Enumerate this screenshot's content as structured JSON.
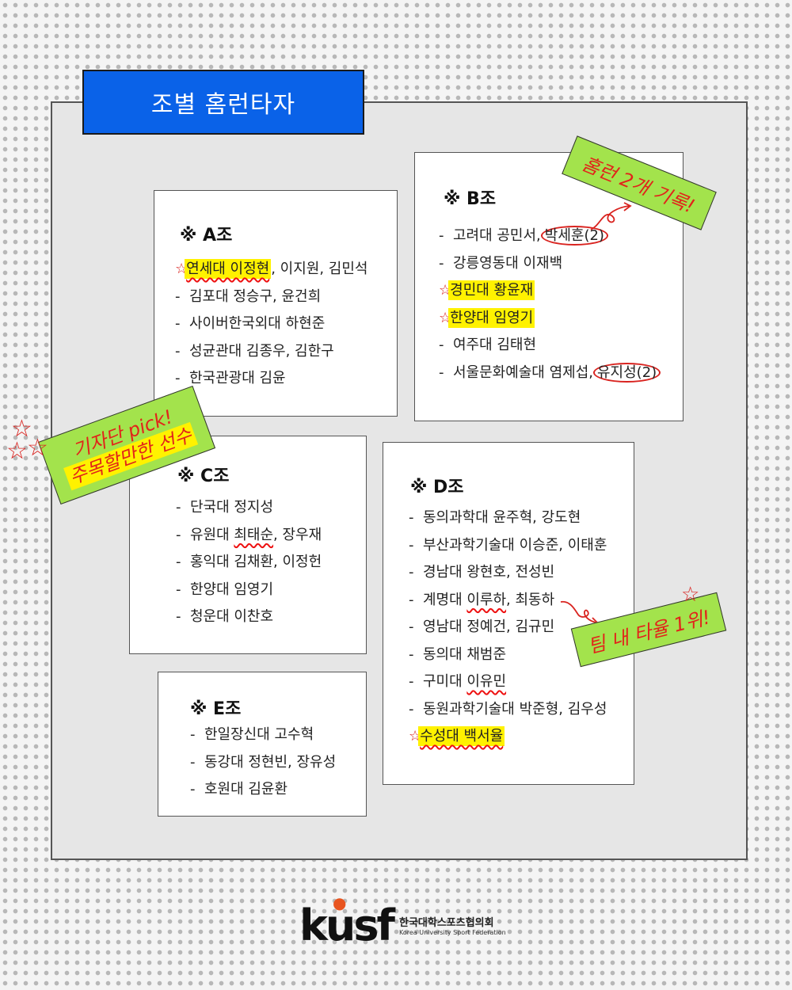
{
  "title": "조별 홈런타자",
  "groups": {
    "a": {
      "heading": "※ A조",
      "items": [
        {
          "dash": "",
          "hl": "연세대 이정현",
          "rest": ", 이지원, 김민석"
        },
        {
          "dash": "-",
          "text": "김포대 정승구, 윤건희"
        },
        {
          "dash": "-",
          "text": "사이버한국외대 하현준"
        },
        {
          "dash": "-",
          "text": "성균관대 김종우, 김한구"
        },
        {
          "dash": "-",
          "text": "한국관광대 김윤"
        }
      ]
    },
    "b": {
      "heading": "※ B조",
      "items": [
        {
          "dash": "-",
          "pre": "고려대 공민서,",
          "circle": "박세훈(2)"
        },
        {
          "dash": "-",
          "text": "강릉영동대 이재백"
        },
        {
          "hl": "경민대 황윤재"
        },
        {
          "hl": "한양대 임영기"
        },
        {
          "dash": "-",
          "text": "여주대 김태현"
        },
        {
          "dash": "-",
          "pre": "서울문화예술대 염제섭,",
          "circle": "유지성(2)"
        }
      ]
    },
    "c": {
      "heading": "※ C조",
      "items": [
        {
          "dash": "-",
          "text": "단국대 정지성"
        },
        {
          "dash": "-",
          "pre": "유원대 ",
          "wavy": "최태순",
          "rest": ", 장우재"
        },
        {
          "dash": "-",
          "text": "홍익대 김채환, 이정헌"
        },
        {
          "dash": "-",
          "text": "한양대 임영기"
        },
        {
          "dash": "-",
          "text": "청운대 이찬호"
        }
      ]
    },
    "d": {
      "heading": "※ D조",
      "items": [
        {
          "dash": "-",
          "text": "동의과학대 윤주혁, 강도현"
        },
        {
          "dash": "-",
          "text": "부산과학기술대 이승준, 이태훈"
        },
        {
          "dash": "-",
          "text": "경남대 왕현호, 전성빈"
        },
        {
          "dash": "-",
          "pre": "계명대 ",
          "wavy": "이루하",
          "rest": ", 최동하"
        },
        {
          "dash": "-",
          "text": "영남대 정예건, 김규민"
        },
        {
          "dash": "-",
          "text": "동의대 채범준"
        },
        {
          "dash": "-",
          "pre": "구미대 ",
          "wavy": "이유민"
        },
        {
          "dash": "-",
          "text": "동원과학기술대 박준형, 김우성"
        },
        {
          "hl": "수성대 백서율"
        }
      ]
    },
    "e": {
      "heading": "※ E조",
      "items": [
        {
          "dash": "-",
          "text": "한일장신대 고수혁"
        },
        {
          "dash": "-",
          "text": "동강대 정현빈, 장유성"
        },
        {
          "dash": "-",
          "text": "호원대 김윤환"
        }
      ]
    }
  },
  "stickers": {
    "hr2": "홈런 2개 기록!",
    "pick_line1": "기자단 pick!",
    "pick_line2": "주목할만한 선수",
    "team_avg": "팀 내 타율 1위!"
  },
  "logo": {
    "mark": "kusf",
    "name_ko": "한국대학스포츠협의회",
    "name_en": "Korea University Sport Federation"
  },
  "colors": {
    "title_bg": "#0a62e8",
    "sticker_bg": "#a3e34c",
    "highlight": "#fff200",
    "annotation_red": "#d9231f"
  },
  "icons": {
    "star": "hand-drawn-star-icon",
    "arrow": "curly-arrow-icon"
  }
}
